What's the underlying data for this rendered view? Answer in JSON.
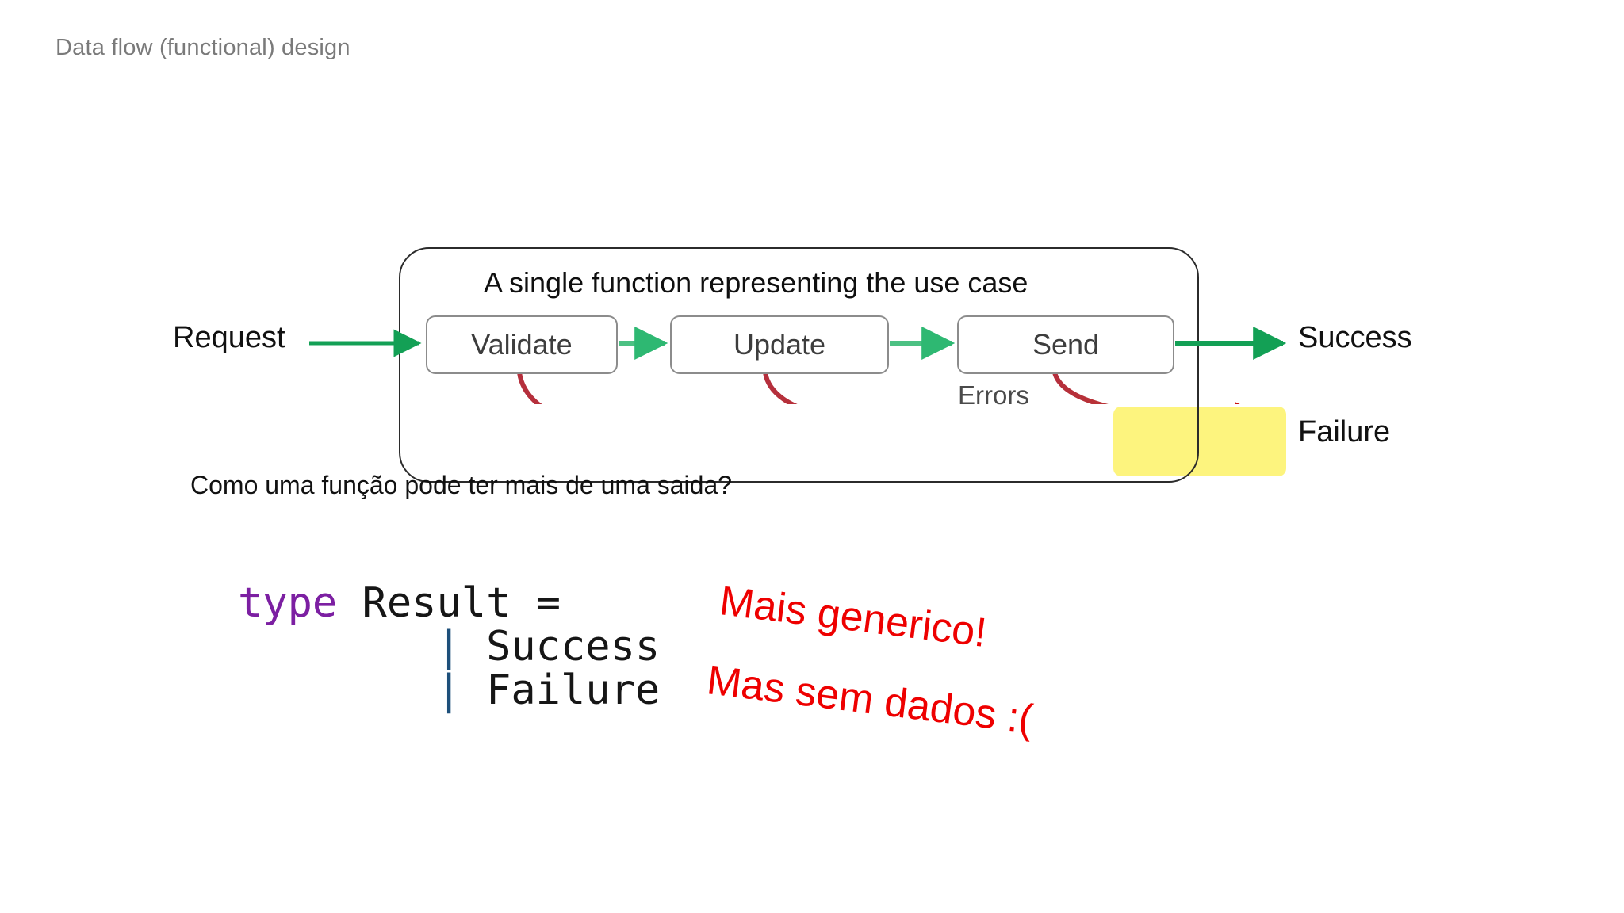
{
  "slide": {
    "title": "Data flow (functional) design",
    "title_color": "#7a7a7a",
    "background": "#ffffff"
  },
  "diagram": {
    "container_label": "A single function representing the use case",
    "input_label": "Request",
    "output_success_label": "Success",
    "output_failure_label": "Failure",
    "errors_label": "Errors",
    "process_boxes": [
      {
        "label": "Validate"
      },
      {
        "label": "Update"
      },
      {
        "label": "Send"
      }
    ],
    "flow_arrow_color": "#2eb872",
    "success_arrow_color": "#13a055",
    "error_arrow_color": "#c0392b",
    "failure_highlight_color": "#fdf47e",
    "box_border_color": "#8c8c8c",
    "container_border_color": "#2b2b2b"
  },
  "question": {
    "text": "Como uma função pode ter mais de uma saida?"
  },
  "code": {
    "keyword": "type",
    "type_name": " Result =",
    "pipe": "|",
    "case_success": " Success",
    "case_failure": " Failure",
    "keyword_color": "#7c1fa2",
    "text_color": "#161616"
  },
  "annotations": {
    "color": "#ee0000",
    "line1": "Mais generico!",
    "line2": "Mas sem dados :("
  }
}
